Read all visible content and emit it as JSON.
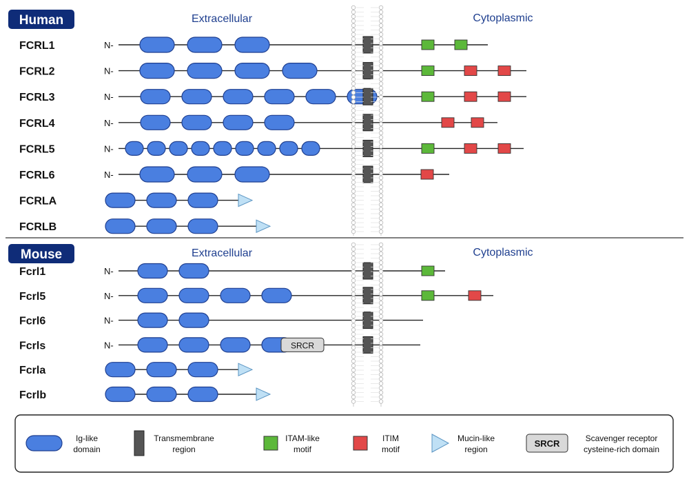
{
  "colors": {
    "ig": "#4a7fe0",
    "ig_stroke": "#1f3f8f",
    "tm": "#555555",
    "itam": "#5cb83a",
    "itim": "#e24848",
    "mucin": "#bfe0f5",
    "mucin_stroke": "#5a94c2",
    "srcr": "#d9d9d9",
    "badge": "#0f2c78",
    "header": "#1f3f8f"
  },
  "sections": [
    {
      "title": "Human",
      "extracellular": "Extracellular",
      "cytoplasmic": "Cytoplasmic",
      "rows": [
        {
          "name": "FCRL1",
          "n": "N-",
          "ig": 3,
          "ig_size": "large",
          "tm": true,
          "motifs": [
            "itam",
            "itam"
          ],
          "tail_end": 708
        },
        {
          "name": "FCRL2",
          "n": "N-",
          "ig": 4,
          "ig_size": "large",
          "tm": true,
          "motifs": [
            "itam",
            "itim",
            "itim"
          ],
          "tail_end": 764
        },
        {
          "name": "FCRL3",
          "n": "N-",
          "ig": 6,
          "ig_size": "medium",
          "tm": true,
          "motifs": [
            "itam",
            "itim",
            "itim"
          ],
          "tail_end": 764
        },
        {
          "name": "FCRL4",
          "n": "N-",
          "ig": 4,
          "ig_size": "medium",
          "tm": true,
          "motifs": [
            "itim",
            "itim"
          ],
          "tail_end": 722
        },
        {
          "name": "FCRL5",
          "n": "N-",
          "ig": 9,
          "ig_size": "small",
          "tm": true,
          "motifs": [
            "itam",
            "itim",
            "itim"
          ],
          "tail_end": 760
        },
        {
          "name": "FCRL6",
          "n": "N-",
          "ig": 3,
          "ig_size": "large",
          "tm": true,
          "motifs": [
            "itim"
          ],
          "tail_end": 652
        },
        {
          "name": "FCRLA",
          "n": "",
          "ig": 3,
          "ig_size": "medium",
          "tm": false,
          "mucin": true,
          "motifs": []
        },
        {
          "name": "FCRLB",
          "n": "",
          "ig": 3,
          "ig_size": "medium",
          "tm": false,
          "mucin": true,
          "motifs": []
        }
      ]
    },
    {
      "title": "Mouse",
      "extracellular": "Extracellular",
      "cytoplasmic": "Cytoplasmic",
      "rows": [
        {
          "name": "Fcrl1",
          "n": "N-",
          "ig": 2,
          "ig_size": "medium",
          "tm": true,
          "motifs": [
            "itam"
          ],
          "tail_end": 646
        },
        {
          "name": "Fcrl5",
          "n": "N-",
          "ig": 4,
          "ig_size": "medium",
          "tm": true,
          "motifs": [
            "itam",
            "itim"
          ],
          "tail_end": 716
        },
        {
          "name": "Fcrl6",
          "n": "N-",
          "ig": 2,
          "ig_size": "medium",
          "tm": true,
          "motifs": [],
          "tail_end": 614
        },
        {
          "name": "Fcrls",
          "n": "N-",
          "ig": 4,
          "ig_size": "medium",
          "tm": true,
          "srcr": "SRCR",
          "motifs": [],
          "tail_end": 610
        },
        {
          "name": "Fcrla",
          "n": "",
          "ig": 3,
          "ig_size": "medium",
          "tm": false,
          "mucin": true,
          "motifs": []
        },
        {
          "name": "Fcrlb",
          "n": "",
          "ig": 3,
          "ig_size": "medium",
          "tm": false,
          "mucin": true,
          "motifs": []
        }
      ]
    }
  ],
  "legend": [
    {
      "shape": "ig",
      "line1": "Ig-like",
      "line2": "domain"
    },
    {
      "shape": "tm",
      "line1": "Transmembrane",
      "line2": "region"
    },
    {
      "shape": "itam",
      "line1": "ITAM-like",
      "line2": "motif"
    },
    {
      "shape": "itim",
      "line1": "ITIM",
      "line2": "motif"
    },
    {
      "shape": "mucin",
      "line1": "Mucin-like",
      "line2": "region"
    },
    {
      "shape": "srcr",
      "label": "SRCR",
      "line1": "Scavenger receptor",
      "line2": "cysteine-rich domain"
    }
  ]
}
